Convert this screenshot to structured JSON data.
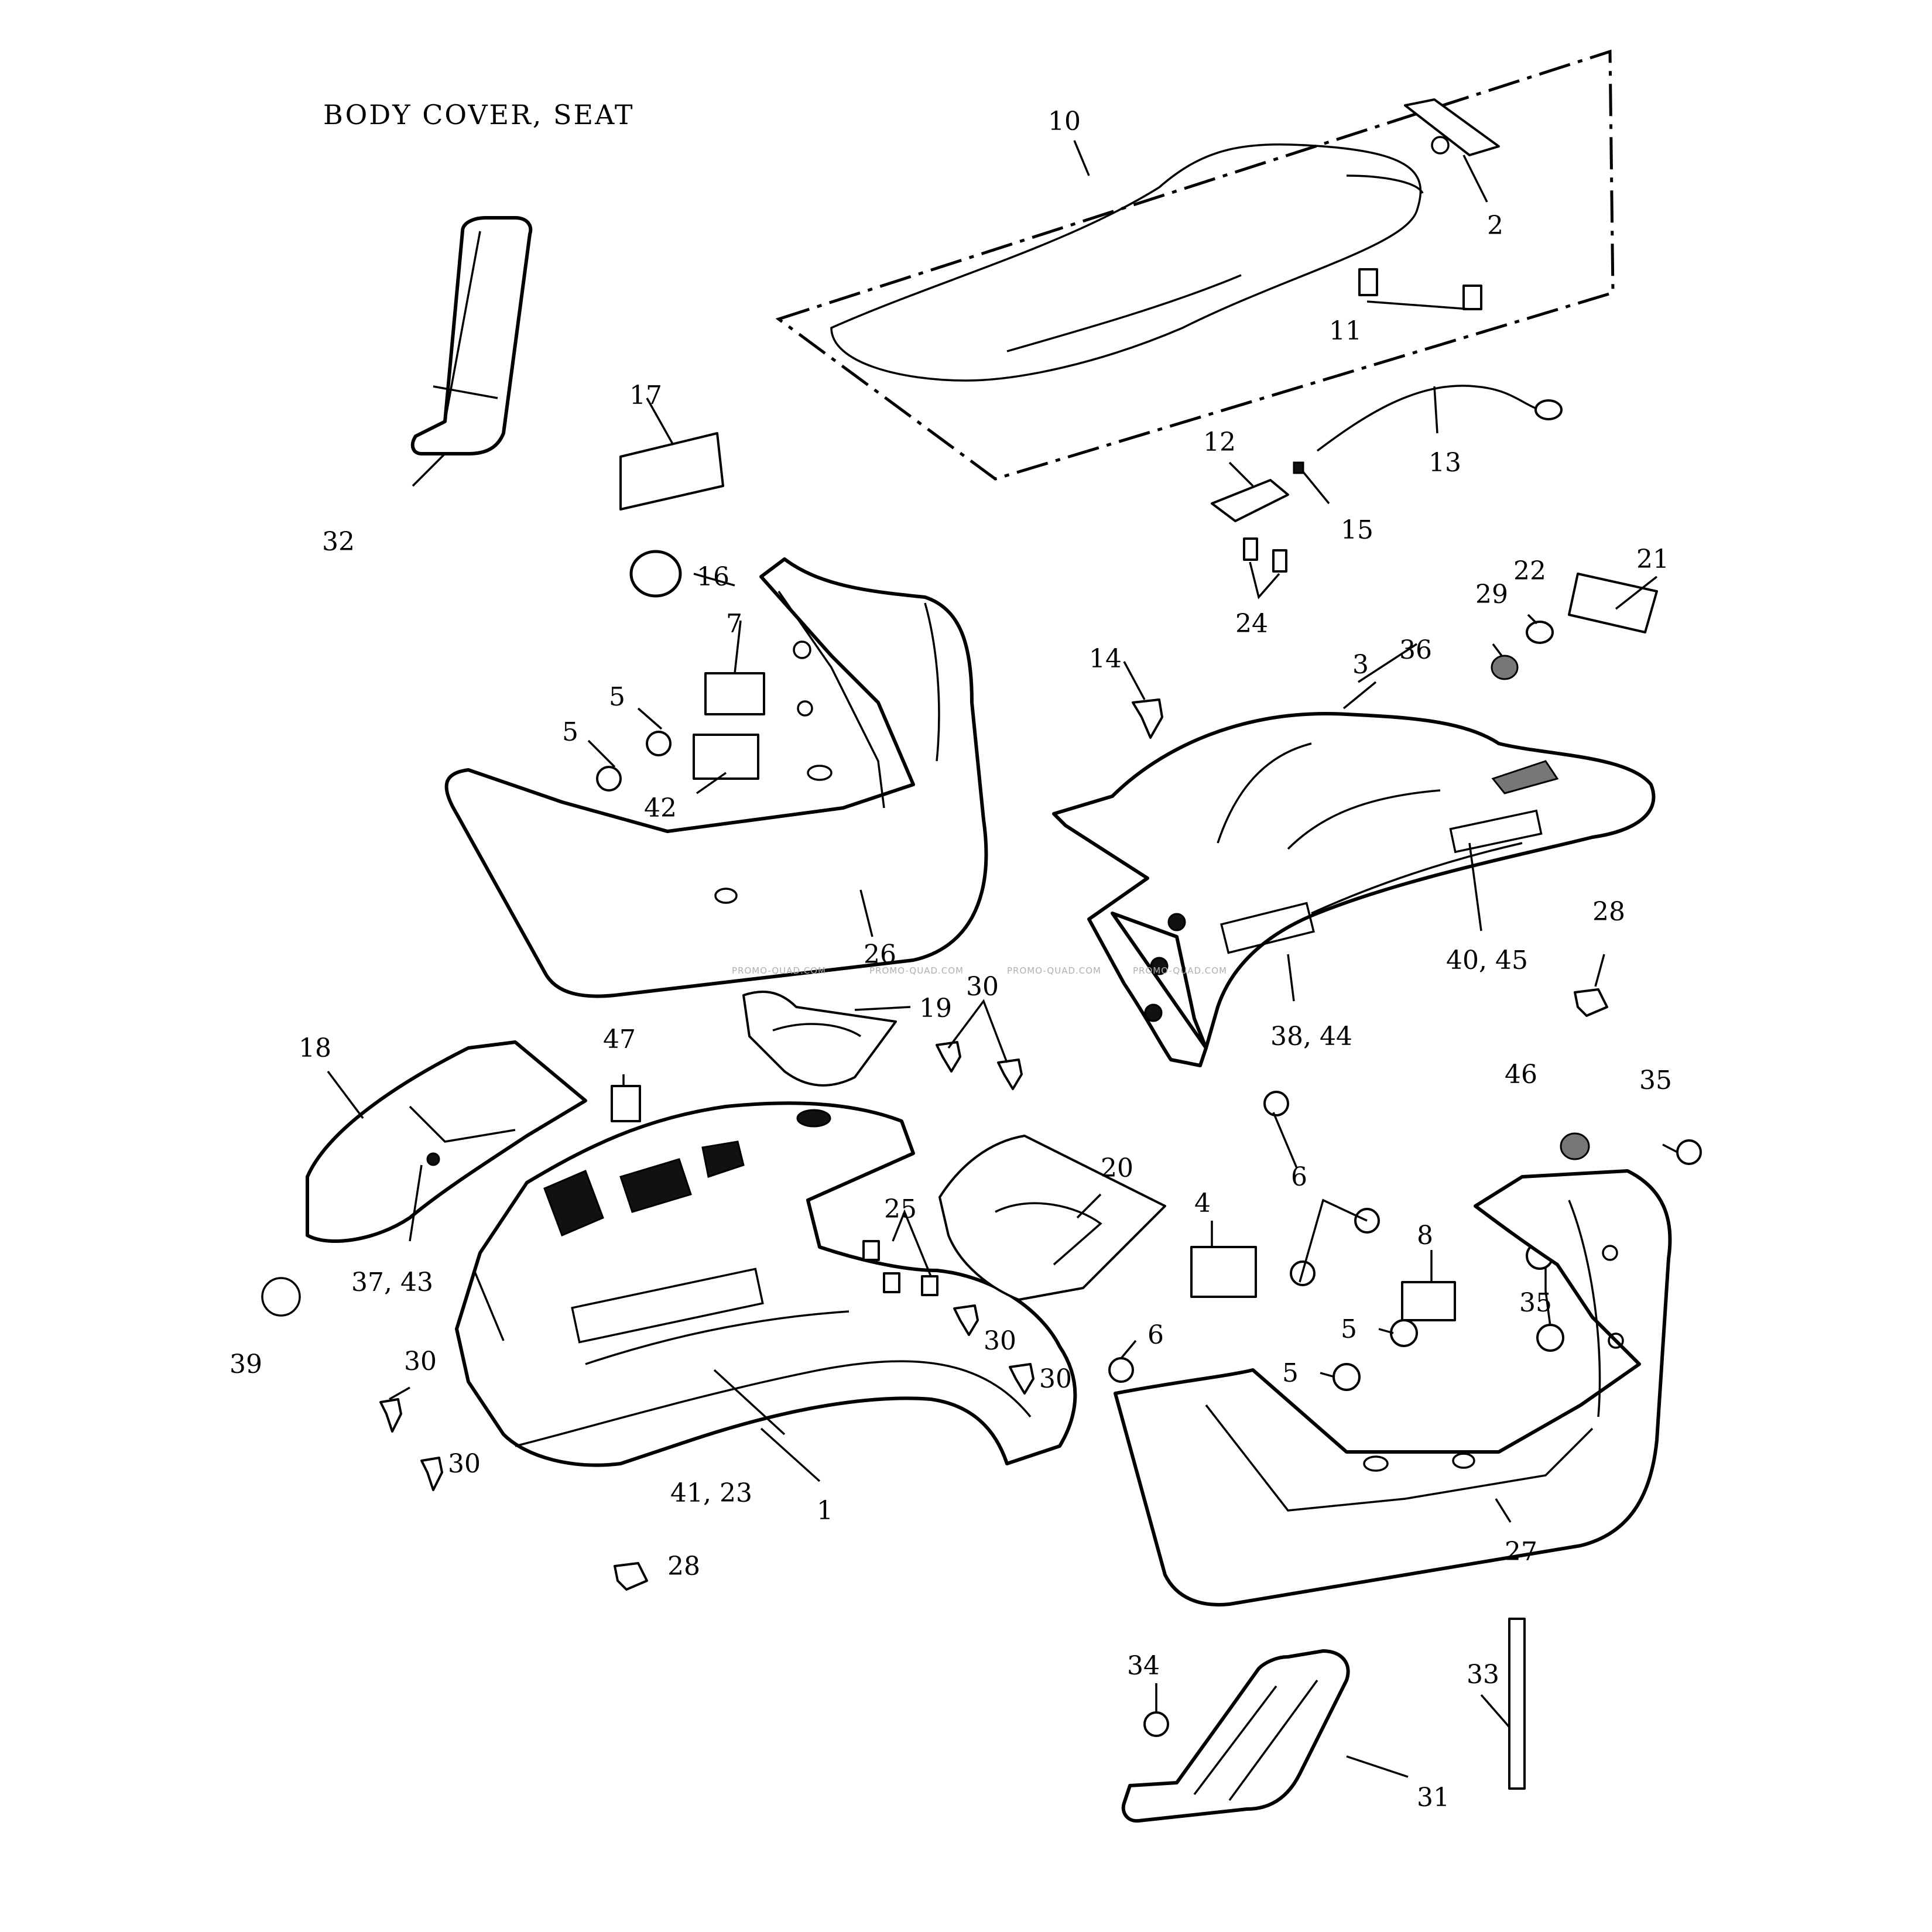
{
  "title": "BODY COVER, SEAT",
  "watermark": "PROMO-QUAD.COM",
  "callouts": {
    "c1": "1",
    "c2": "2",
    "c3": "3",
    "c4": "4",
    "c5a": "5",
    "c5b": "5",
    "c5c": "5",
    "c5d": "5",
    "c6a": "6",
    "c6b": "6",
    "c7": "7",
    "c8": "8",
    "c10": "10",
    "c11": "11",
    "c12": "12",
    "c13": "13",
    "c14": "14",
    "c15": "15",
    "c16": "16",
    "c17": "17",
    "c18": "18",
    "c19": "19",
    "c20": "20",
    "c21": "21",
    "c22": "22",
    "c24": "24",
    "c25": "25",
    "c26": "26",
    "c27": "27",
    "c28a": "28",
    "c28b": "28",
    "c29": "29",
    "c30a": "30",
    "c30b": "30",
    "c30c": "30",
    "c30d": "30",
    "c30e": "30",
    "c31": "31",
    "c32": "32",
    "c33": "33",
    "c34": "34",
    "c35a": "35",
    "c35b": "35",
    "c36": "36",
    "c37_43": "37, 43",
    "c38_44": "38, 44",
    "c39": "39",
    "c40_45": "40, 45",
    "c41_23": "41, 23",
    "c42": "42",
    "c46": "46",
    "c47": "47"
  }
}
